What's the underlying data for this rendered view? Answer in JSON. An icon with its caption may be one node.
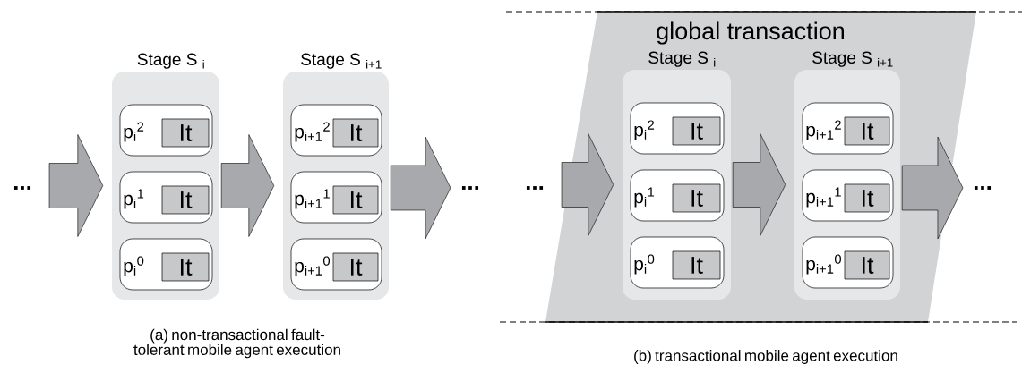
{
  "diagram": {
    "nodes": [
      {
        "text": [
          "..."
        ]
      },
      {
        "text": [
          "Stage S $_{i}$"
        ]
      },
      {
        "text": [
          "p$_{i}$$^{2}$"
        ],
        "in": 1
      },
      {
        "text": [
          "It"
        ],
        "in": 2
      },
      {
        "text": [
          "p$_{i}$$^{1}$"
        ],
        "in": 1
      },
      {
        "text": [
          "It"
        ],
        "in": 4
      },
      {
        "text": [
          "p$_{i}$$^{0}$"
        ],
        "in": 1
      },
      {
        "text": [
          "It"
        ],
        "in": 6
      },
      {
        "text": [
          "Stage S $_{i+1}$"
        ]
      },
      {
        "text": [
          "p$_{i+1}$$^{2}$"
        ],
        "in": 8
      },
      {
        "text": [
          "It"
        ],
        "in": 9
      },
      {
        "text": [
          "p$_{i+1}$$^{1}$"
        ],
        "in": 8
      },
      {
        "text": [
          "It"
        ],
        "in": 11
      },
      {
        "text": [
          "p$_{i+1}$$^{0}$"
        ],
        "in": 8
      },
      {
        "text": [
          "It"
        ],
        "in": 13
      },
      {
        "text": [
          "..."
        ]
      },
      {
        "text": [
          "..."
        ]
      },
      {
        "text": [
          "global transaction"
        ]
      },
      {
        "text": [
          "Stage S $_{i}$"
        ],
        "in": 17
      },
      {
        "text": [
          "p$_{i}$$^{2}$"
        ],
        "in": 18
      },
      {
        "text": [
          "It"
        ],
        "in": 19
      },
      {
        "text": [
          "p$_{i}$$^{1}$"
        ],
        "in": 18
      },
      {
        "text": [
          "It"
        ],
        "in": 21
      },
      {
        "text": [
          "p$_{i}$$^{0}$"
        ],
        "in": 18
      },
      {
        "text": [
          "It"
        ],
        "in": 23
      },
      {
        "text": [
          "Stage S $_{i+1}$"
        ],
        "in": 17
      },
      {
        "text": [
          "p$_{i+1}$$^{2}$"
        ],
        "in": 25
      },
      {
        "text": [
          "It"
        ],
        "in": 26
      },
      {
        "text": [
          "p$_{i+1}$$^{1}$"
        ],
        "in": 25
      },
      {
        "text": [
          "It"
        ],
        "in": 28
      },
      {
        "text": [
          "p$_{i+1}$$^{0}$"
        ],
        "in": 25
      },
      {
        "text": [
          "It"
        ],
        "in": 30
      },
      {
        "text": [
          "..."
        ]
      }
    ],
    "edges": [
      {
        "from": 0,
        "to": 1,
        "arrow": "to"
      },
      {
        "from": 1,
        "to": 8,
        "arrow": "to"
      },
      {
        "from": 8,
        "to": 15,
        "arrow": "to"
      },
      {
        "from": 16,
        "to": 18,
        "arrow": "to"
      },
      {
        "from": 18,
        "to": 25,
        "arrow": "to"
      },
      {
        "from": 25,
        "to": 32,
        "arrow": "to"
      }
    ],
    "labels": [
      "(a) non-transactional fault-tolerant mobile agent execution",
      "(b) transactional mobile agent execution"
    ]
  }
}
